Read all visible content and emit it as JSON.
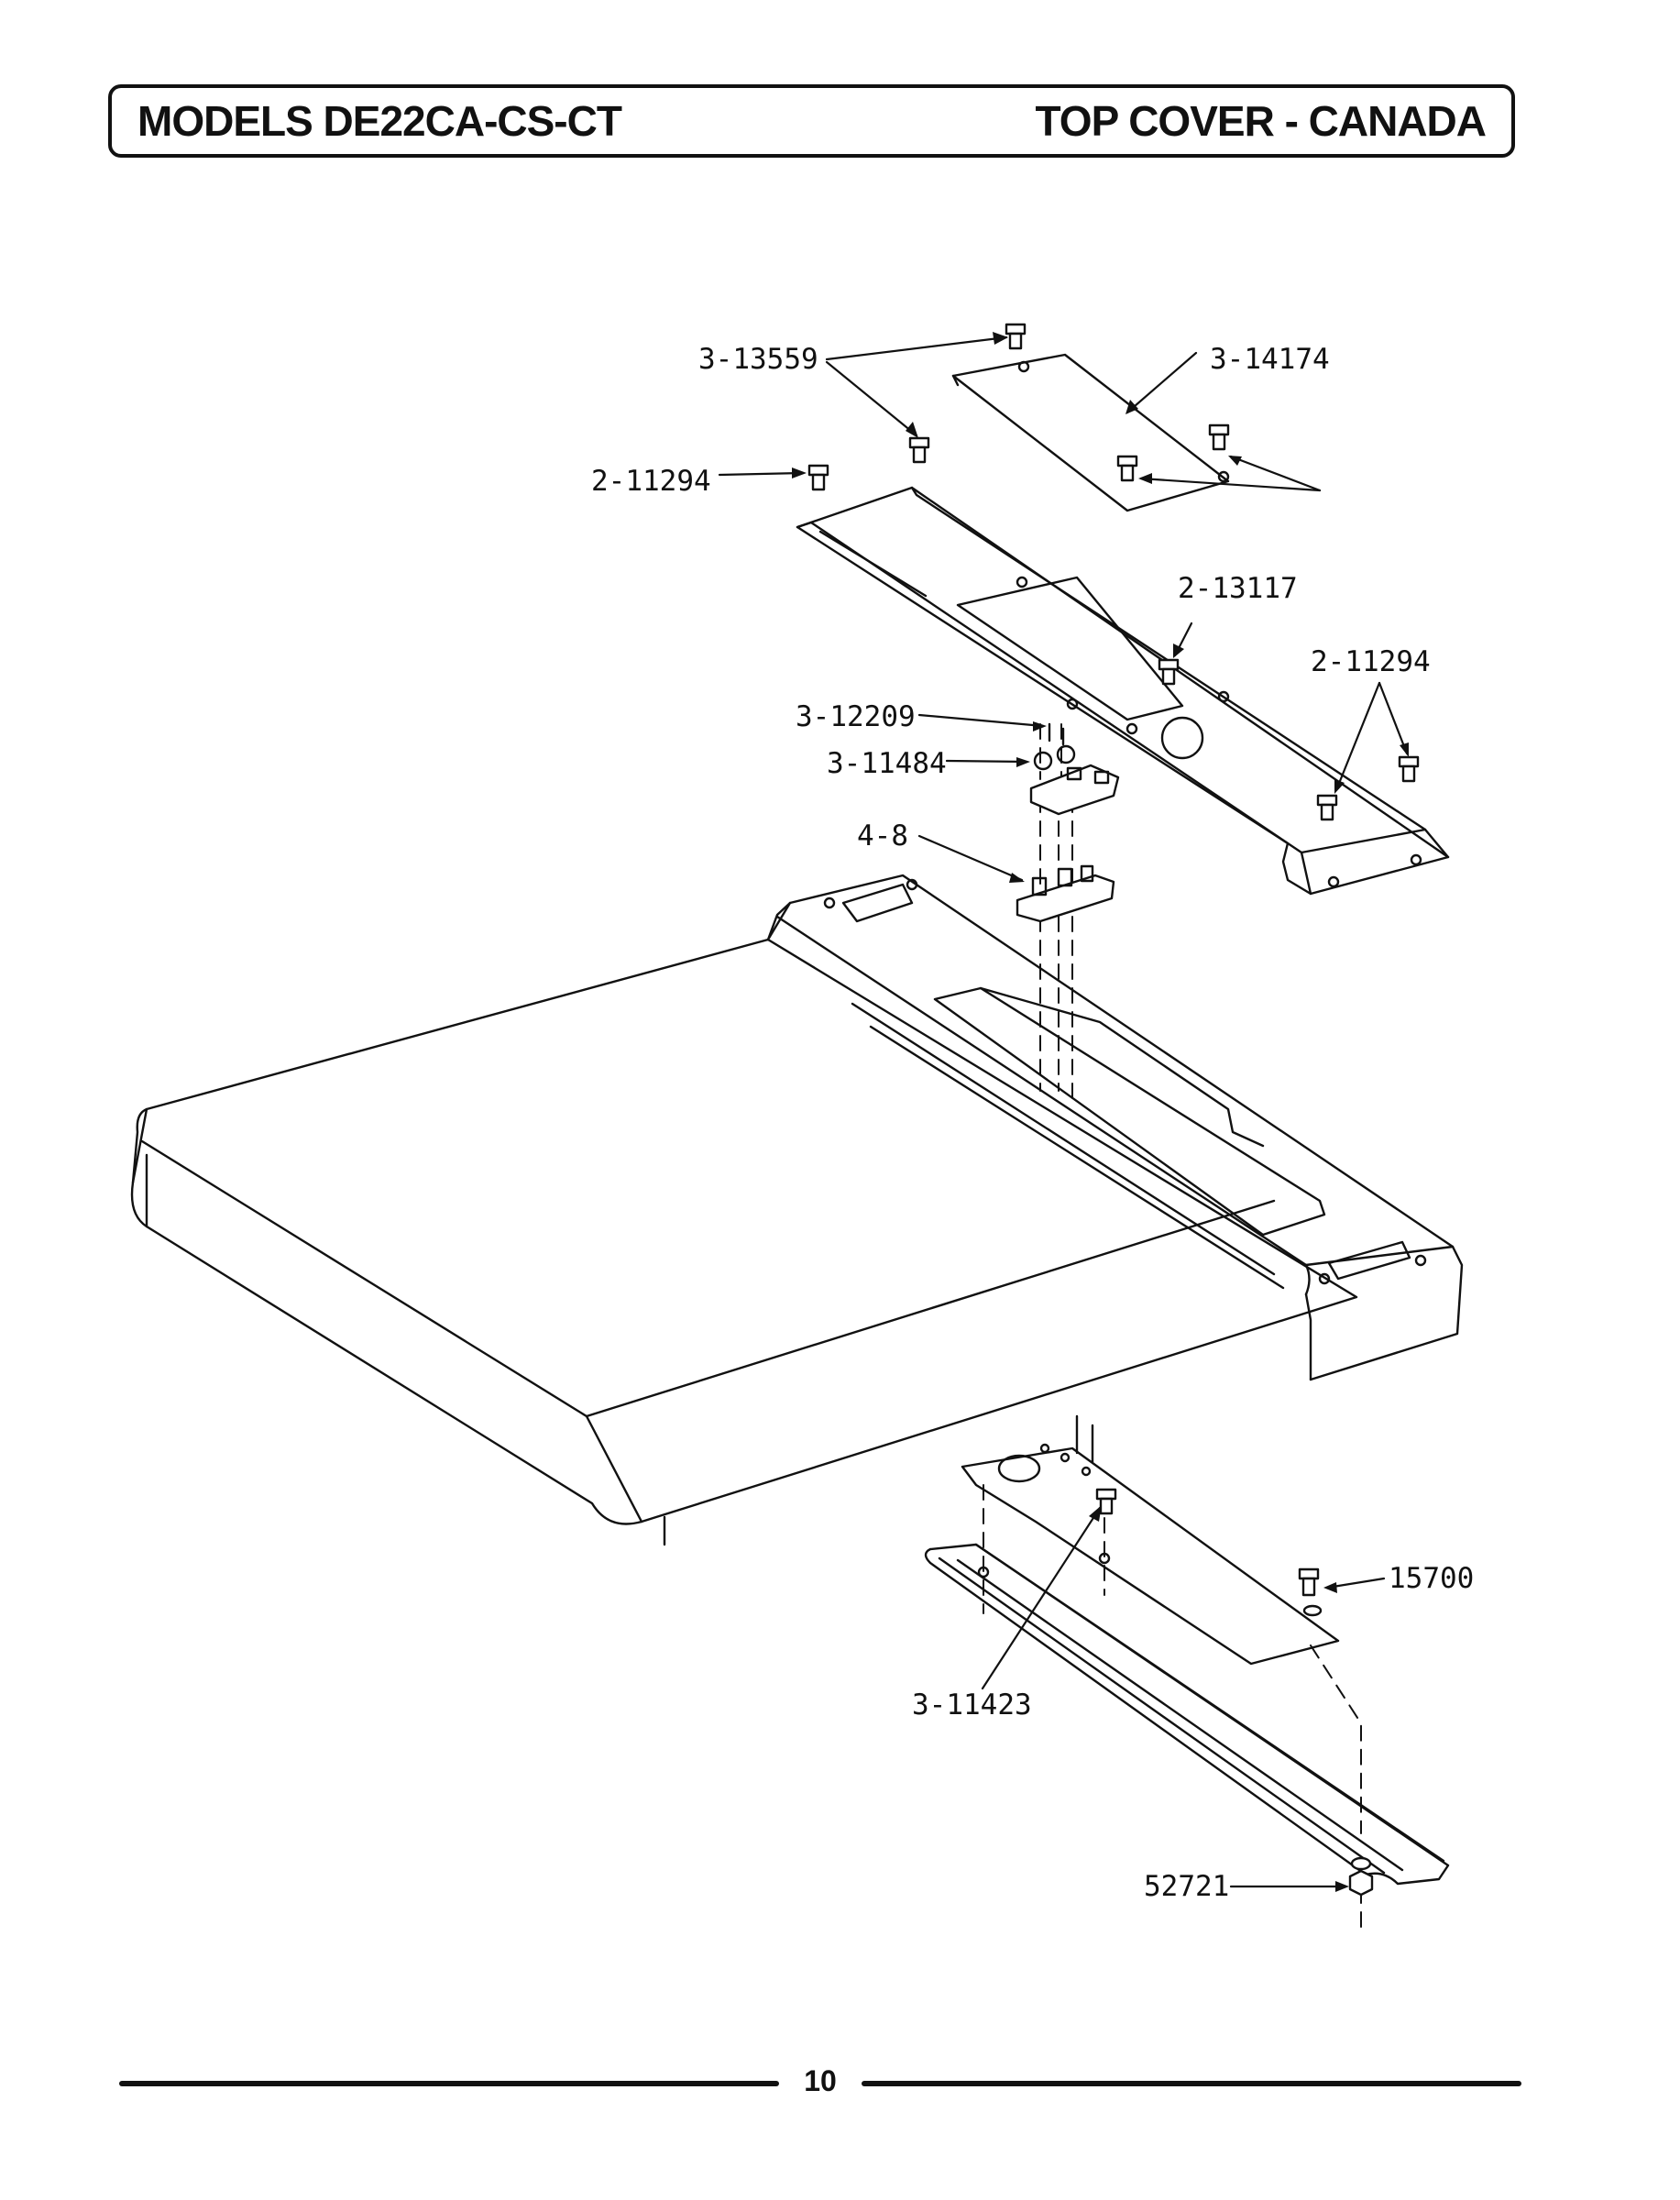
{
  "header": {
    "models": "MODELS DE22CA-CS-CT",
    "section": "TOP COVER - CANADA"
  },
  "callouts": {
    "screw_top": "3-13559",
    "cover_plate": "3-14174",
    "screw_left": "2-11294",
    "screw_center": "2-13117",
    "screws_right": "2-11294",
    "screw_small": "3-12209",
    "nut_clip": "3-11484",
    "terminal_block": "4-8",
    "bolt": "15700",
    "ground_screw": "3-11423",
    "nut": "52721"
  },
  "footer": {
    "page": "10"
  }
}
